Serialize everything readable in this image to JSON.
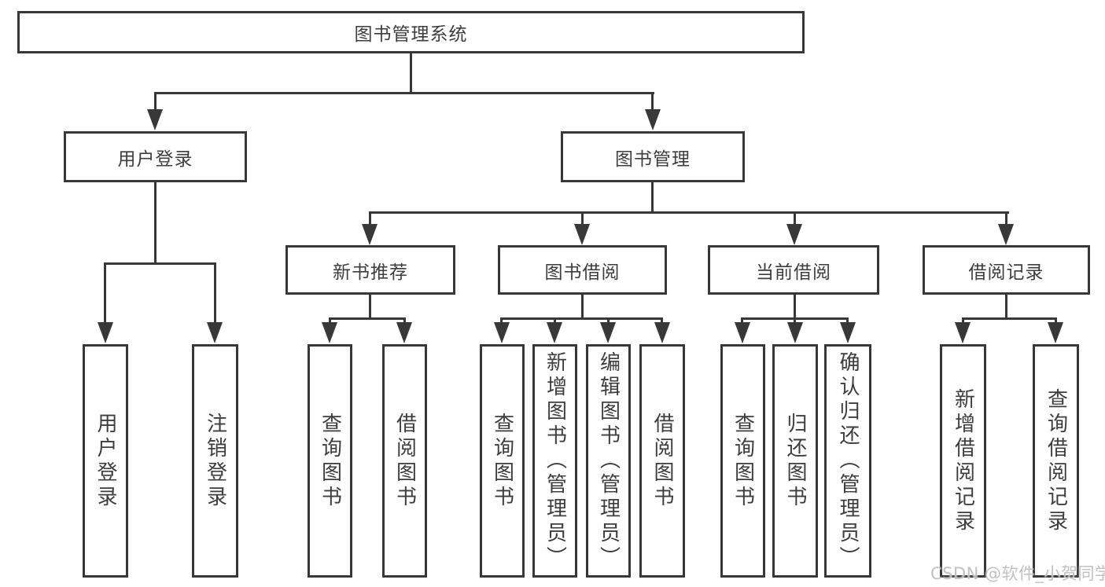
{
  "colors": {
    "stroke": "#383838",
    "text": "#3d3d3d",
    "background": "#ffffff",
    "watermark": "#bebebe"
  },
  "diagram": {
    "root": {
      "label": "图书管理系统"
    },
    "level2": {
      "user_login": {
        "label": "用户登录"
      },
      "book_mgmt": {
        "label": "图书管理"
      }
    },
    "level3": {
      "new_book_rec": {
        "label": "新书推荐"
      },
      "book_borrow": {
        "label": "图书借阅"
      },
      "current_borrow": {
        "label": "当前借阅"
      },
      "borrow_records": {
        "label": "借阅记录"
      }
    },
    "leaves": {
      "user_login": {
        "label": "用户登录"
      },
      "logout": {
        "label": "注销登录"
      },
      "query_books_1": {
        "label": "查询图书"
      },
      "borrow_books_1": {
        "label": "借阅图书"
      },
      "query_books_2": {
        "label": "查询图书"
      },
      "add_book_admin": {
        "label": "新增图书（管理员）"
      },
      "edit_book_admin": {
        "label": "编辑图书（管理员）"
      },
      "borrow_books_2": {
        "label": "借阅图书"
      },
      "query_books_3": {
        "label": "查询图书"
      },
      "return_book": {
        "label": "归还图书"
      },
      "confirm_return_admin": {
        "label": "确认归还（管理员）"
      },
      "add_borrow_record": {
        "label": "新增借阅记录"
      },
      "query_borrow_record": {
        "label": "查询借阅记录"
      }
    }
  },
  "watermark": {
    "text": "CSDN @软件_小贺同学"
  }
}
